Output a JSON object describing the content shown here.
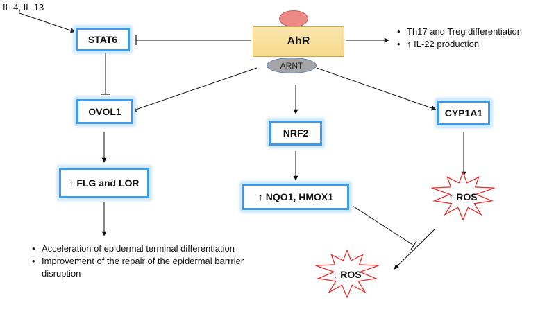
{
  "nodes": {
    "cytokines": "IL-4, IL-13",
    "stat6": "STAT6",
    "ahr": "AhR",
    "arnt": "ARNT",
    "ovol1": "OVOL1",
    "nrf2": "NRF2",
    "cyp1a1": "CYP1A1",
    "flg_lor": "↑ FLG and LOR",
    "nqo1_hmox1": "↑ NQO1, HMOX1",
    "ros_up": "↑ ROS",
    "ros_down": "↓ ROS"
  },
  "outcomes_right": [
    "Th17 and Treg differentiation",
    "↑ IL-22 production"
  ],
  "outcomes_bottom": [
    "Acceleration of epidermal terminal differentiation",
    "Improvement of the repair of the epidermal barrrier disruption"
  ],
  "colors": {
    "box_border": "#3d9ae8",
    "ahr_fill": "#f6d98c",
    "ligand_fill": "#ee8a86",
    "arnt_fill": "#a5a5a5",
    "burst_stroke": "#e8302f"
  }
}
